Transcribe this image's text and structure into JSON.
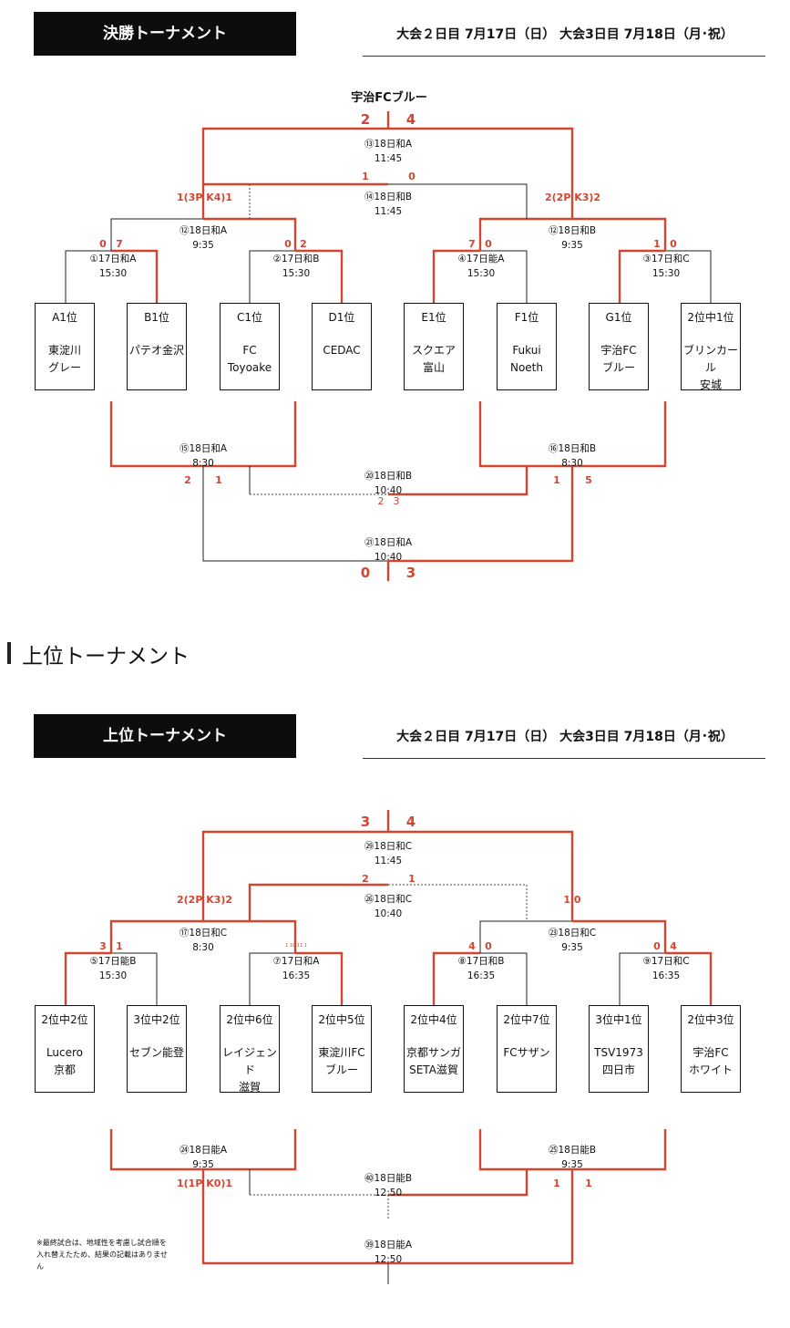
{
  "section_heading": "上位トーナメント",
  "note": "※最終試合は、地域性を考慮し試合順を入れ替えたため、結果の記載はありません",
  "final": {
    "banner": "決勝トーナメント",
    "dates": "大会２日目 7月17日（日） 大会3日目 7月18日（月･祝）",
    "champion": "宇治FCブルー",
    "teams": [
      {
        "rank": "A1位",
        "name": "東淀川\nグレー"
      },
      {
        "rank": "B1位",
        "name": "パテオ金沢"
      },
      {
        "rank": "C1位",
        "name": "FC\nToyoake"
      },
      {
        "rank": "D1位",
        "name": "CEDAC"
      },
      {
        "rank": "E1位",
        "name": "スクエア\n富山"
      },
      {
        "rank": "F1位",
        "name": "Fukui\nNoeth"
      },
      {
        "rank": "G1位",
        "name": "宇治FC\nブルー"
      },
      {
        "rank": "2位中1位",
        "name": "ブリンカール\n安城"
      }
    ],
    "matches": {
      "m1": "①17日和A\n15:30",
      "m2": "②17日和B\n15:30",
      "m3": "④17日能A\n15:30",
      "m4": "③17日和C\n15:30",
      "qf1": "⑫18日和A\n9:35",
      "qf2": "⑫18日和B\n9:35",
      "top": "⑬18日和A\n11:45",
      "third": "⑭18日和B\n11:45",
      "c1": "⑮18日和A\n8:30",
      "c2": "⑯18日和B\n8:30",
      "c3": "⑳18日和B\n10:40",
      "c4": "㉑18日和A\n10:40"
    },
    "scores": {
      "m1": [
        "0",
        "7"
      ],
      "m2": [
        "0",
        "2"
      ],
      "m3": [
        "7",
        "0"
      ],
      "m4": [
        "1",
        "0"
      ],
      "qf1": "1(3P  K4)1",
      "qf2": "2(2P  K3)2",
      "third": [
        "1",
        "0"
      ],
      "top": [
        "2",
        "4"
      ],
      "c1": [
        "2",
        "1"
      ],
      "c2": [
        "1",
        "5"
      ],
      "c3": [
        "2",
        "3"
      ],
      "c4": [
        "0",
        "3"
      ]
    }
  },
  "upper": {
    "banner": "上位トーナメント",
    "dates": "大会２日目 7月17日（日） 大会3日目 7月18日（月･祝）",
    "teams": [
      {
        "rank": "2位中2位",
        "name": "Lucero\n京都"
      },
      {
        "rank": "3位中2位",
        "name": "セブン能登"
      },
      {
        "rank": "2位中6位",
        "name": "レイジェンド\n滋賀"
      },
      {
        "rank": "2位中5位",
        "name": "東淀川FC\nブルー"
      },
      {
        "rank": "2位中4位",
        "name": "京都サンガ\nSETA滋賀"
      },
      {
        "rank": "2位中7位",
        "name": "FCサザン"
      },
      {
        "rank": "3位中1位",
        "name": "TSV1973\n四日市"
      },
      {
        "rank": "2位中3位",
        "name": "宇治FC\nホワイト"
      }
    ],
    "matches": {
      "m1": "⑤17日能B\n15:30",
      "m2": "⑦17日和A\n16:35",
      "m3": "⑧17日和B\n16:35",
      "m4": "⑨17日和C\n16:35",
      "qf1": "⑰18日和C\n8:30",
      "qf2": "㉓18日和C\n9:35",
      "top": "㉙18日和C\n11:45",
      "third": "㉖18日和C\n10:40",
      "c1": "㉔18日能A\n9:35",
      "c2": "㉕18日能B\n9:35",
      "c3": "㊵18日能B\n12:50",
      "c4": "㊴18日能A\n12:50"
    },
    "scores": {
      "m1": [
        "3",
        "1"
      ],
      "m2_tiny": "1 10 11 1",
      "m3": [
        "4",
        "0"
      ],
      "m4": [
        "0",
        "4"
      ],
      "qf1": "2(2P  K3)2",
      "qf2": "1  0",
      "third": [
        "2",
        "1"
      ],
      "top": [
        "3",
        "4"
      ],
      "c1": "1(1P  K0)1",
      "c2": [
        "1",
        "1"
      ]
    }
  }
}
